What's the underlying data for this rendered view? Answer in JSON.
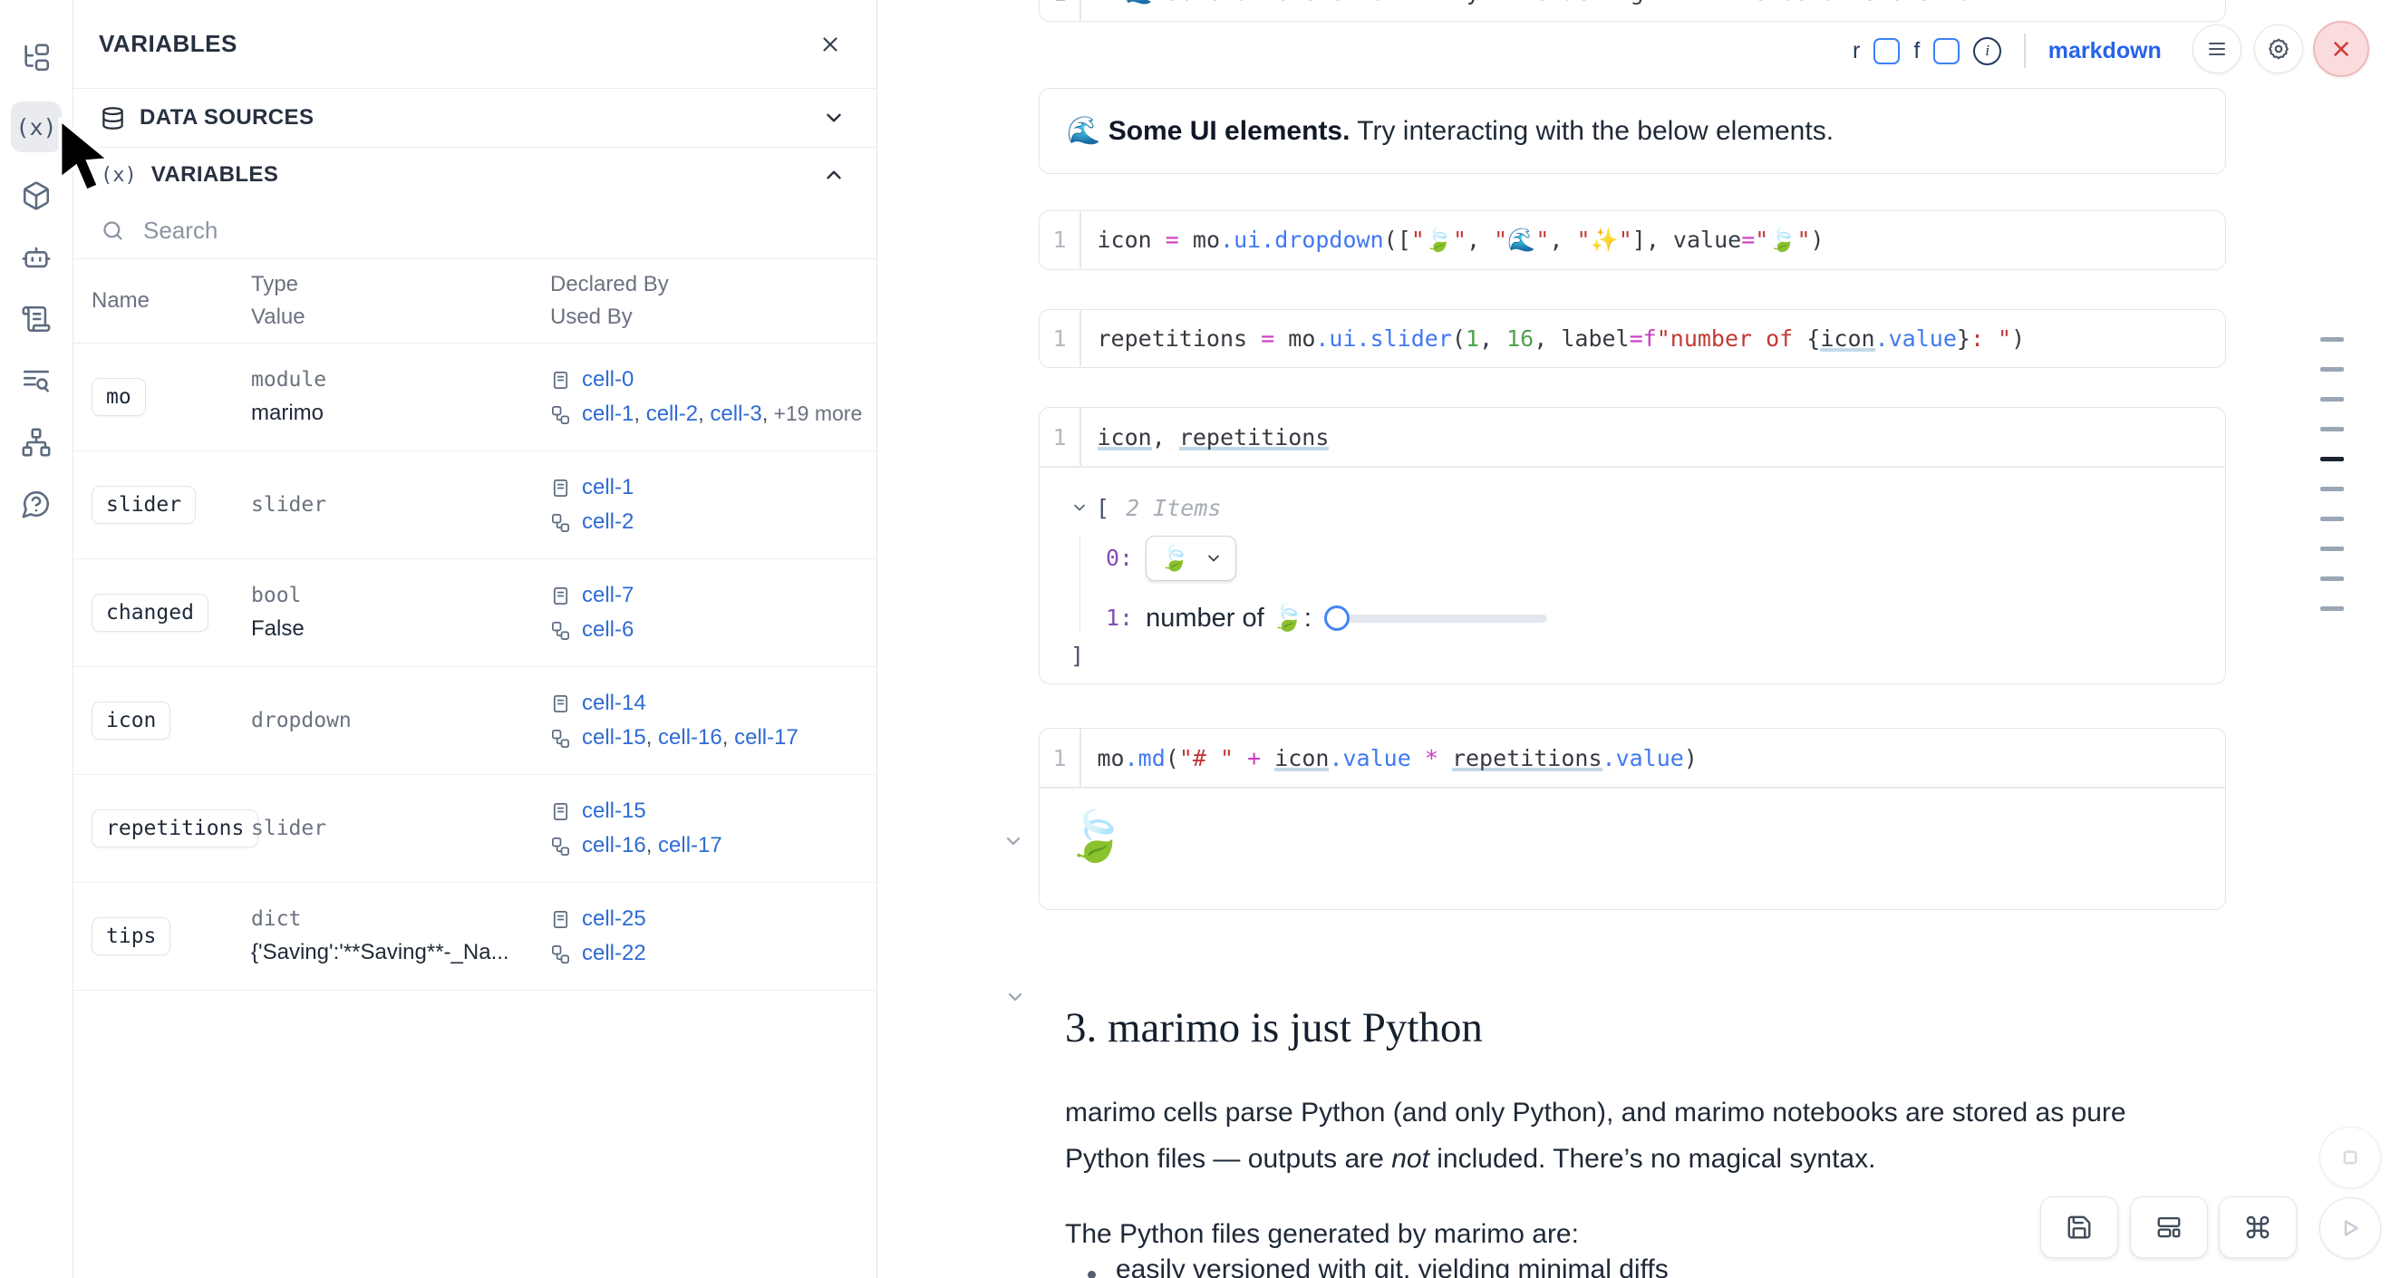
{
  "colors": {
    "accent_blue": "#2563eb",
    "link_blue": "#2e6bd3",
    "danger_red": "#d33a3a",
    "op_magenta": "#cc3bc4",
    "fn_blue": "#4078f2",
    "str_red": "#c03a38",
    "num_green": "#50a14f"
  },
  "rail": {
    "items": [
      {
        "icon": "file-tree-icon"
      },
      {
        "icon": "variables-x-icon",
        "active": true
      },
      {
        "icon": "package-icon"
      },
      {
        "icon": "robot-icon"
      },
      {
        "icon": "scroll-icon"
      },
      {
        "icon": "text-search-icon"
      },
      {
        "icon": "dependency-graph-icon"
      },
      {
        "icon": "help-chat-icon"
      }
    ]
  },
  "panel": {
    "title": "VARIABLES",
    "close_label": "close",
    "sections": [
      {
        "label": "DATA SOURCES",
        "state": "collapsed"
      },
      {
        "label": "VARIABLES",
        "state": "expanded"
      }
    ],
    "search": {
      "placeholder": "Search"
    },
    "table": {
      "headers": {
        "name": "Name",
        "type": "Type",
        "value": "Value",
        "declared_by": "Declared By",
        "used_by": "Used By"
      },
      "rows": [
        {
          "name": "mo",
          "type": "module",
          "value": "marimo",
          "declared_by": [
            "cell-0"
          ],
          "used_by": [
            "cell-1",
            "cell-2",
            "cell-3"
          ],
          "used_more": "+19 more"
        },
        {
          "name": "slider",
          "type": "slider",
          "value": "",
          "declared_by": [
            "cell-1"
          ],
          "used_by": [
            "cell-2"
          ],
          "used_more": ""
        },
        {
          "name": "changed",
          "type": "bool",
          "value": "False",
          "declared_by": [
            "cell-7"
          ],
          "used_by": [
            "cell-6"
          ],
          "used_more": ""
        },
        {
          "name": "icon",
          "type": "dropdown",
          "value": "",
          "declared_by": [
            "cell-14"
          ],
          "used_by": [
            "cell-15",
            "cell-16",
            "cell-17"
          ],
          "used_more": ""
        },
        {
          "name": "repetitions",
          "type": "slider",
          "value": "",
          "declared_by": [
            "cell-15"
          ],
          "used_by": [
            "cell-16",
            "cell-17"
          ],
          "used_more": ""
        },
        {
          "name": "tips",
          "type": "dict",
          "value": "{'Saving':'**Saving**-_Na...",
          "declared_by": [
            "cell-25"
          ],
          "used_by": [
            "cell-22"
          ],
          "used_more": ""
        }
      ]
    }
  },
  "notebook": {
    "clipped_cell": {
      "line": "1",
      "tokens": [
        {
          "t": "**",
          "c": "p"
        },
        {
          "t": "🌊",
          "c": "e-wave"
        },
        {
          "t": " Some UI elements.** Try interacting with the below elements.",
          "c": "p"
        }
      ]
    },
    "toolbar": {
      "toggle_r": "r",
      "toggle_f": "f",
      "info": "i",
      "language_label": "markdown"
    },
    "md_cell": {
      "bold": "🌊 Some UI elements.",
      "rest": " Try interacting with the below elements."
    },
    "code_cells": [
      {
        "line": "1",
        "tokens": [
          {
            "t": "icon",
            "c": "p"
          },
          {
            "t": " ",
            "c": "p"
          },
          {
            "t": "=",
            "c": "o"
          },
          {
            "t": " ",
            "c": "p"
          },
          {
            "t": "mo",
            "c": "p"
          },
          {
            "t": ".ui.dropdown",
            "c": "f"
          },
          {
            "t": "([",
            "c": "p"
          },
          {
            "t": "\"",
            "c": "s"
          },
          {
            "t": "🍃",
            "c": "e-leaf"
          },
          {
            "t": "\"",
            "c": "s"
          },
          {
            "t": ", ",
            "c": "p"
          },
          {
            "t": "\"",
            "c": "s"
          },
          {
            "t": "🌊",
            "c": "e-wave"
          },
          {
            "t": "\"",
            "c": "s"
          },
          {
            "t": ", ",
            "c": "p"
          },
          {
            "t": "\"",
            "c": "s"
          },
          {
            "t": "✨",
            "c": "e-spark"
          },
          {
            "t": "\"",
            "c": "s"
          },
          {
            "t": "], value",
            "c": "p"
          },
          {
            "t": "=",
            "c": "o"
          },
          {
            "t": "\"",
            "c": "s"
          },
          {
            "t": "🍃",
            "c": "e-leaf"
          },
          {
            "t": "\"",
            "c": "s"
          },
          {
            "t": ")",
            "c": "p"
          }
        ]
      },
      {
        "line": "1",
        "tokens": [
          {
            "t": "repetitions",
            "c": "p"
          },
          {
            "t": " ",
            "c": "p"
          },
          {
            "t": "=",
            "c": "o"
          },
          {
            "t": " ",
            "c": "p"
          },
          {
            "t": "mo",
            "c": "p"
          },
          {
            "t": ".ui.slider",
            "c": "f"
          },
          {
            "t": "(",
            "c": "p"
          },
          {
            "t": "1",
            "c": "n"
          },
          {
            "t": ", ",
            "c": "p"
          },
          {
            "t": "16",
            "c": "n"
          },
          {
            "t": ", label",
            "c": "p"
          },
          {
            "t": "=",
            "c": "o"
          },
          {
            "t": "f",
            "c": "o"
          },
          {
            "t": "\"number of ",
            "c": "s"
          },
          {
            "t": "{",
            "c": "p"
          },
          {
            "t": "icon",
            "c": "p u"
          },
          {
            "t": ".value",
            "c": "f"
          },
          {
            "t": "}",
            "c": "p"
          },
          {
            "t": ": \"",
            "c": "s"
          },
          {
            "t": ")",
            "c": "p"
          }
        ]
      },
      {
        "line": "1",
        "tokens": [
          {
            "t": "icon",
            "c": "p u"
          },
          {
            "t": ", ",
            "c": "p"
          },
          {
            "t": "repetitions",
            "c": "p u"
          }
        ]
      },
      {
        "line": "1",
        "tokens": [
          {
            "t": "mo",
            "c": "p"
          },
          {
            "t": ".md",
            "c": "f"
          },
          {
            "t": "(",
            "c": "p"
          },
          {
            "t": "\"# \"",
            "c": "s"
          },
          {
            "t": " ",
            "c": "p"
          },
          {
            "t": "+",
            "c": "o"
          },
          {
            "t": " ",
            "c": "p"
          },
          {
            "t": "icon",
            "c": "p u"
          },
          {
            "t": ".value",
            "c": "f"
          },
          {
            "t": " ",
            "c": "p"
          },
          {
            "t": "*",
            "c": "o"
          },
          {
            "t": " ",
            "c": "p"
          },
          {
            "t": "repetitions",
            "c": "p u"
          },
          {
            "t": ".value",
            "c": "f"
          },
          {
            "t": ")",
            "c": "p"
          }
        ]
      }
    ],
    "tree_output": {
      "open_bracket": "[",
      "close_bracket": "]",
      "count_label": "2 Items",
      "item0_index": "0:",
      "item0_value": "🍃",
      "item1_index": "1:",
      "item1_label": "number of 🍃: "
    },
    "md_output": {
      "emoji": "🍃"
    },
    "section": {
      "heading": "3. marimo is just Python",
      "para1_a": "marimo cells parse Python (and only Python), and marimo notebooks are stored as pure Python files — outputs are ",
      "para1_em": "not",
      "para1_b": " included. There’s no magical syntax.",
      "para2": "The Python files generated by marimo are:",
      "bullet1": "easily versioned with git, yielding minimal diffs"
    },
    "minimap": {
      "dash_count": 10,
      "active_index": 4
    }
  }
}
